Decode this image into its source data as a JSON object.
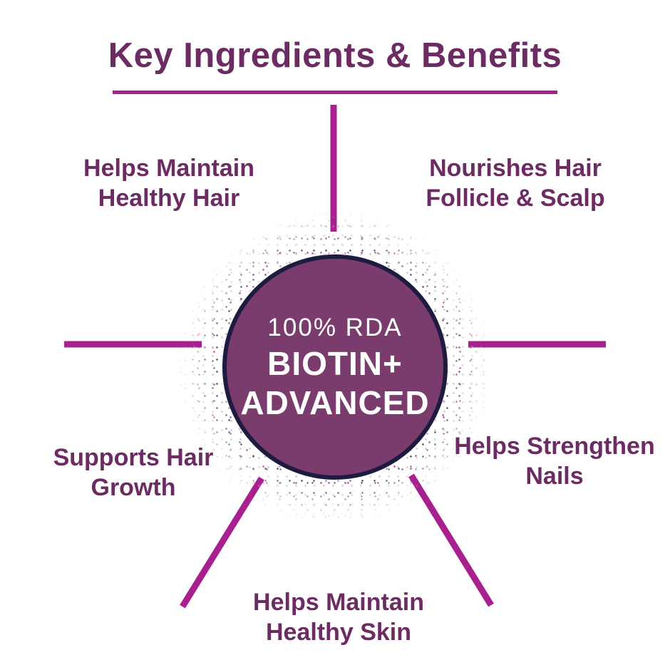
{
  "title": {
    "text": "Key Ingredients & Benefits"
  },
  "center_circle": {
    "subtitle": "100% RDA",
    "name_line1": "BIOTIN+",
    "name_line2": "ADVANCED"
  },
  "benefits": {
    "top_left": {
      "line1": "Helps Maintain",
      "line2": "Healthy Hair"
    },
    "top_right": {
      "line1": "Nourishes Hair",
      "line2": "Follicle & Scalp"
    },
    "mid_left": {
      "line1": "Supports Hair",
      "line2": "Growth"
    },
    "mid_right": {
      "line1": "Helps Strengthen",
      "line2": "Nails"
    },
    "bottom": {
      "line1": "Helps Maintain",
      "line2": "Healthy Skin"
    }
  },
  "colors": {
    "heading_text": "#6C2B63",
    "connector_line": "#A8208F",
    "circle_fill": "#7A3C6D",
    "circle_border": "#1D1B3F",
    "circle_text": "#FFFFFF",
    "background": "#FFFFFF"
  }
}
